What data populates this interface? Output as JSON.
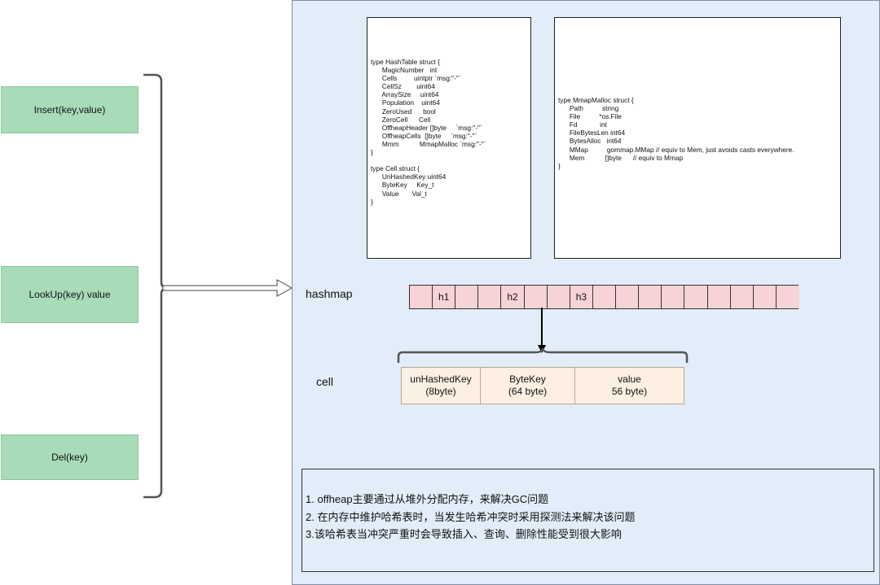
{
  "operations": [
    "Insert(key,value)",
    "LookUp(key) value",
    "Del(key)"
  ],
  "hashtable_struct": "type HashTable struct {\n      MagicNumber   int\n      Cells         uintptr `msg:\"-\"`\n      CellSz        uint64\n      ArraySize     uint64\n      Population    uint64\n      ZeroUsed      bool\n      ZeroCell      Cell\n      OffheapHeader []byte     `msg:\"-\"`\n      OffheapCells  []byte     `msg:\"-\"`\n      Mmm           MmapMalloc `msg:\"-\"`\n}\n\ntype Cell struct {\n      UnHashedKey uint64\n      ByteKey     Key_t\n      Value       Val_t\n}",
  "mmapmalloc_struct": "type MmapMalloc struct {\n      Path          string\n      File          *os.File\n      Fd            int\n      FileBytesLen int64\n      BytesAlloc   int64\n      MMap          gommap.MMap // equiv to Mem, just avoids casts everywhere.\n      Mem           []byte      // equiv to Mmap\n}",
  "hashmap_label": "hashmap",
  "hashmap_slots": [
    "",
    "h1",
    "",
    "",
    "h2",
    "",
    "",
    "h3",
    "",
    "",
    "",
    "",
    "",
    "",
    "",
    "",
    ""
  ],
  "cell_label": "cell",
  "cell_fields": [
    {
      "name": "unHashedKey",
      "size": "(8byte)"
    },
    {
      "name": "ByteKey",
      "size": "(64 byte)"
    },
    {
      "name": "value",
      "size": "56 byte)"
    }
  ],
  "notes": [
    "1. offheap主要通过从堆外分配内存，来解决GC问题",
    "2. 在内存中维护哈希表时，当发生哈希冲突时采用探测法来解决该问题",
    "3.该哈希表当冲突严重时会导致插入、查询、删除性能受到很大影响"
  ]
}
